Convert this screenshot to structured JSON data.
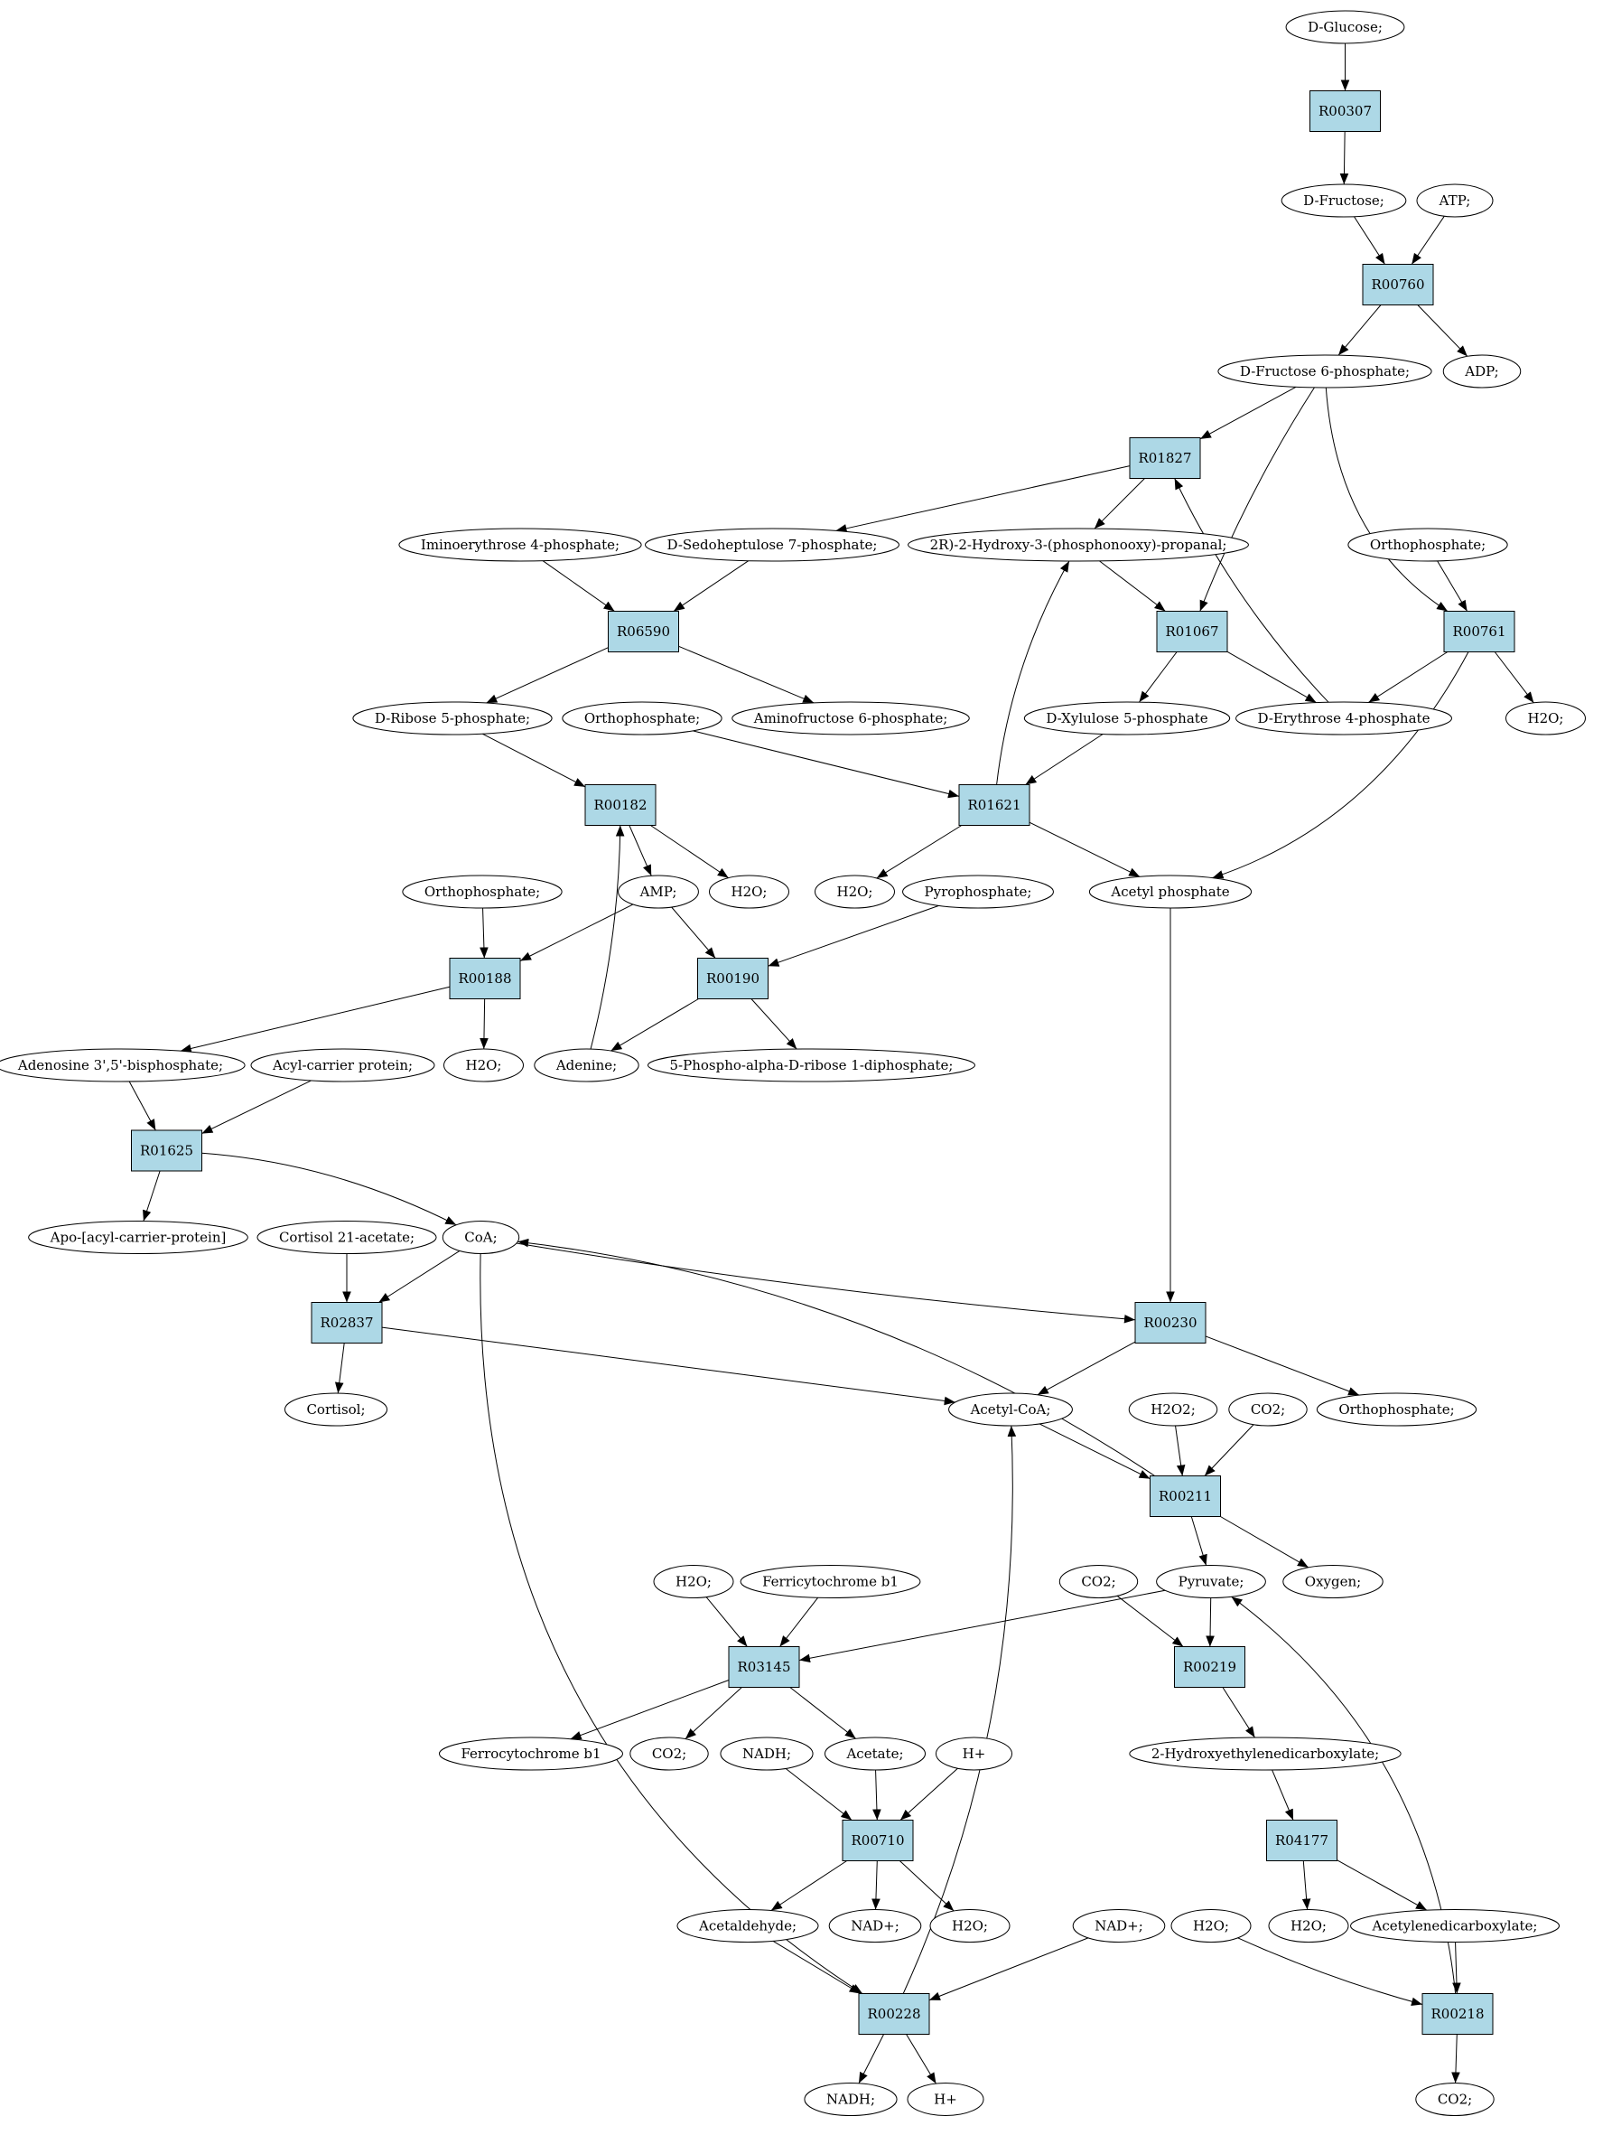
{
  "colors": {
    "reaction_fill": "#add8e6",
    "source_fill": "#00ee00",
    "target_fill": "#ffee00",
    "compound_fill": "#ffffff",
    "line": "#000000"
  },
  "nodes": [
    {
      "id": "glc",
      "kind": "compound",
      "label": "D-Glucose;",
      "fill": "#00ee00"
    },
    {
      "id": "r00307",
      "kind": "reaction",
      "label": "R00307"
    },
    {
      "id": "fru",
      "kind": "compound",
      "label": "D-Fructose;"
    },
    {
      "id": "atp",
      "kind": "compound",
      "label": "ATP;"
    },
    {
      "id": "r00760",
      "kind": "reaction",
      "label": "R00760"
    },
    {
      "id": "f6p",
      "kind": "compound",
      "label": "D-Fructose 6-phosphate;"
    },
    {
      "id": "adp",
      "kind": "compound",
      "label": "ADP;"
    },
    {
      "id": "r01827",
      "kind": "reaction",
      "label": "R01827"
    },
    {
      "id": "ie4p",
      "kind": "compound",
      "label": "Iminoerythrose 4-phosphate;"
    },
    {
      "id": "s7p",
      "kind": "compound",
      "label": "D-Sedoheptulose 7-phosphate;"
    },
    {
      "id": "g3p",
      "kind": "compound",
      "label": "2R)-2-Hydroxy-3-(phosphonooxy)-propanal;"
    },
    {
      "id": "pi1",
      "kind": "compound",
      "label": "Orthophosphate;"
    },
    {
      "id": "r06590",
      "kind": "reaction",
      "label": "R06590"
    },
    {
      "id": "r01067",
      "kind": "reaction",
      "label": "R01067"
    },
    {
      "id": "r00761",
      "kind": "reaction",
      "label": "R00761"
    },
    {
      "id": "r5p",
      "kind": "compound",
      "label": "D-Ribose 5-phosphate;"
    },
    {
      "id": "af6p",
      "kind": "compound",
      "label": "Aminofructose 6-phosphate;"
    },
    {
      "id": "pi2",
      "kind": "compound",
      "label": "Orthophosphate;"
    },
    {
      "id": "x5p",
      "kind": "compound",
      "label": "D-Xylulose 5-phosphate"
    },
    {
      "id": "e4p",
      "kind": "compound",
      "label": "D-Erythrose 4-phosphate"
    },
    {
      "id": "h2o1",
      "kind": "compound",
      "label": "H2O;"
    },
    {
      "id": "r00182",
      "kind": "reaction",
      "label": "R00182"
    },
    {
      "id": "r01621",
      "kind": "reaction",
      "label": "R01621"
    },
    {
      "id": "pi3",
      "kind": "compound",
      "label": "Orthophosphate;"
    },
    {
      "id": "amp",
      "kind": "compound",
      "label": "AMP;"
    },
    {
      "id": "h2o2",
      "kind": "compound",
      "label": "H2O;"
    },
    {
      "id": "h2o3",
      "kind": "compound",
      "label": "H2O;"
    },
    {
      "id": "ppi",
      "kind": "compound",
      "label": "Pyrophosphate;"
    },
    {
      "id": "acp",
      "kind": "compound",
      "label": "Acetyl phosphate"
    },
    {
      "id": "r00188",
      "kind": "reaction",
      "label": "R00188"
    },
    {
      "id": "r00190",
      "kind": "reaction",
      "label": "R00190"
    },
    {
      "id": "pap",
      "kind": "compound",
      "label": "Adenosine 3',5'-bisphosphate;"
    },
    {
      "id": "acyl",
      "kind": "compound",
      "label": "Acyl-carrier protein;"
    },
    {
      "id": "h2o4",
      "kind": "compound",
      "label": "H2O;"
    },
    {
      "id": "ade",
      "kind": "compound",
      "label": "Adenine;"
    },
    {
      "id": "prpp",
      "kind": "compound",
      "label": "5-Phospho-alpha-D-ribose 1-diphosphate;"
    },
    {
      "id": "r01625",
      "kind": "reaction",
      "label": "R01625"
    },
    {
      "id": "apo",
      "kind": "compound",
      "label": "Apo-[acyl-carrier-protein]"
    },
    {
      "id": "cort21",
      "kind": "compound",
      "label": "Cortisol 21-acetate;"
    },
    {
      "id": "coa",
      "kind": "compound",
      "label": "CoA;"
    },
    {
      "id": "r02837",
      "kind": "reaction",
      "label": "R02837"
    },
    {
      "id": "r00230",
      "kind": "reaction",
      "label": "R00230"
    },
    {
      "id": "cort",
      "kind": "compound",
      "label": "Cortisol;"
    },
    {
      "id": "accoa",
      "kind": "compound",
      "label": "Acetyl-CoA;",
      "fill": "#ffee00"
    },
    {
      "id": "h2o2b",
      "kind": "compound",
      "label": "H2O2;"
    },
    {
      "id": "co2a",
      "kind": "compound",
      "label": "CO2;"
    },
    {
      "id": "pi4",
      "kind": "compound",
      "label": "Orthophosphate;"
    },
    {
      "id": "r00211",
      "kind": "reaction",
      "label": "R00211"
    },
    {
      "id": "h2o5",
      "kind": "compound",
      "label": "H2O;"
    },
    {
      "id": "fcb1",
      "kind": "compound",
      "label": "Ferricytochrome b1"
    },
    {
      "id": "co2b",
      "kind": "compound",
      "label": "CO2;"
    },
    {
      "id": "pyr",
      "kind": "compound",
      "label": "Pyruvate;"
    },
    {
      "id": "o2",
      "kind": "compound",
      "label": "Oxygen;"
    },
    {
      "id": "r03145",
      "kind": "reaction",
      "label": "R03145"
    },
    {
      "id": "r00219",
      "kind": "reaction",
      "label": "R00219"
    },
    {
      "id": "frcb1",
      "kind": "compound",
      "label": "Ferrocytochrome b1"
    },
    {
      "id": "co2c",
      "kind": "compound",
      "label": "CO2;"
    },
    {
      "id": "nadh1",
      "kind": "compound",
      "label": "NADH;"
    },
    {
      "id": "acet",
      "kind": "compound",
      "label": "Acetate;"
    },
    {
      "id": "hp1",
      "kind": "compound",
      "label": "H+"
    },
    {
      "id": "hedc",
      "kind": "compound",
      "label": "2-Hydroxyethylenedicarboxylate;"
    },
    {
      "id": "r00710",
      "kind": "reaction",
      "label": "R00710"
    },
    {
      "id": "r04177",
      "kind": "reaction",
      "label": "R04177"
    },
    {
      "id": "acald",
      "kind": "compound",
      "label": "Acetaldehyde;"
    },
    {
      "id": "nadp1",
      "kind": "compound",
      "label": "NAD+;"
    },
    {
      "id": "h2o6",
      "kind": "compound",
      "label": "H2O;"
    },
    {
      "id": "nadp2",
      "kind": "compound",
      "label": "NAD+;"
    },
    {
      "id": "h2o7",
      "kind": "compound",
      "label": "H2O;"
    },
    {
      "id": "h2o8",
      "kind": "compound",
      "label": "H2O;"
    },
    {
      "id": "aedc",
      "kind": "compound",
      "label": "Acetylenedicarboxylate;"
    },
    {
      "id": "r00228",
      "kind": "reaction",
      "label": "R00228"
    },
    {
      "id": "r00218",
      "kind": "reaction",
      "label": "R00218"
    },
    {
      "id": "nadh2",
      "kind": "compound",
      "label": "NADH;"
    },
    {
      "id": "hp2",
      "kind": "compound",
      "label": "H+"
    },
    {
      "id": "co2d",
      "kind": "compound",
      "label": "CO2;"
    }
  ],
  "edges": [
    [
      "glc",
      "r00307"
    ],
    [
      "r00307",
      "fru"
    ],
    [
      "fru",
      "r00760"
    ],
    [
      "atp",
      "r00760"
    ],
    [
      "r00760",
      "f6p"
    ],
    [
      "r00760",
      "adp"
    ],
    [
      "f6p",
      "r01827"
    ],
    [
      "f6p",
      "r01067"
    ],
    [
      "f6p",
      "r00761"
    ],
    [
      "r01827",
      "s7p"
    ],
    [
      "r01827",
      "g3p"
    ],
    [
      "e4p",
      "r01827"
    ],
    [
      "ie4p",
      "r06590"
    ],
    [
      "s7p",
      "r06590"
    ],
    [
      "g3p",
      "r01067"
    ],
    [
      "pi1",
      "r00761"
    ],
    [
      "r06590",
      "r5p"
    ],
    [
      "r06590",
      "af6p"
    ],
    [
      "r01067",
      "x5p"
    ],
    [
      "r01067",
      "e4p"
    ],
    [
      "r00761",
      "e4p"
    ],
    [
      "r00761",
      "h2o1"
    ],
    [
      "r00761",
      "acp"
    ],
    [
      "r5p",
      "r00182"
    ],
    [
      "pi2",
      "r01621"
    ],
    [
      "x5p",
      "r01621"
    ],
    [
      "r01621",
      "g3p"
    ],
    [
      "r01621",
      "h2o3"
    ],
    [
      "r01621",
      "acp"
    ],
    [
      "r00182",
      "amp"
    ],
    [
      "r00182",
      "h2o2"
    ],
    [
      "ade",
      "r00182"
    ],
    [
      "pi3",
      "r00188"
    ],
    [
      "amp",
      "r00188"
    ],
    [
      "amp",
      "r00190"
    ],
    [
      "ppi",
      "r00190"
    ],
    [
      "r00188",
      "pap"
    ],
    [
      "r00188",
      "h2o4"
    ],
    [
      "r00190",
      "ade"
    ],
    [
      "r00190",
      "prpp"
    ],
    [
      "pap",
      "r01625"
    ],
    [
      "acyl",
      "r01625"
    ],
    [
      "r01625",
      "apo"
    ],
    [
      "r01625",
      "coa"
    ],
    [
      "cort21",
      "r02837"
    ],
    [
      "coa",
      "r02837"
    ],
    [
      "coa",
      "r00230"
    ],
    [
      "coa",
      "r00228"
    ],
    [
      "r00211",
      "coa"
    ],
    [
      "acp",
      "r00230"
    ],
    [
      "r02837",
      "cort"
    ],
    [
      "r02837",
      "accoa"
    ],
    [
      "r00230",
      "accoa"
    ],
    [
      "r00230",
      "pi4"
    ],
    [
      "accoa",
      "r00211"
    ],
    [
      "h2o2b",
      "r00211"
    ],
    [
      "co2a",
      "r00211"
    ],
    [
      "r00211",
      "pyr"
    ],
    [
      "r00211",
      "o2"
    ],
    [
      "h2o5",
      "r03145"
    ],
    [
      "fcb1",
      "r03145"
    ],
    [
      "pyr",
      "r03145"
    ],
    [
      "pyr",
      "r00219"
    ],
    [
      "co2b",
      "r00219"
    ],
    [
      "r03145",
      "frcb1"
    ],
    [
      "r03145",
      "co2c"
    ],
    [
      "r03145",
      "acet"
    ],
    [
      "nadh1",
      "r00710"
    ],
    [
      "acet",
      "r00710"
    ],
    [
      "hp1",
      "r00710"
    ],
    [
      "r00219",
      "hedc"
    ],
    [
      "hedc",
      "r04177"
    ],
    [
      "r00710",
      "acald"
    ],
    [
      "r00710",
      "nadp1"
    ],
    [
      "r00710",
      "h2o6"
    ],
    [
      "r04177",
      "h2o8"
    ],
    [
      "r04177",
      "aedc"
    ],
    [
      "acald",
      "r00228"
    ],
    [
      "nadp2",
      "r00228"
    ],
    [
      "r00228",
      "accoa"
    ],
    [
      "r00228",
      "nadh2"
    ],
    [
      "r00228",
      "hp2"
    ],
    [
      "h2o7",
      "r00218"
    ],
    [
      "aedc",
      "r00218"
    ],
    [
      "r00218",
      "pyr"
    ],
    [
      "r00218",
      "co2d"
    ]
  ]
}
